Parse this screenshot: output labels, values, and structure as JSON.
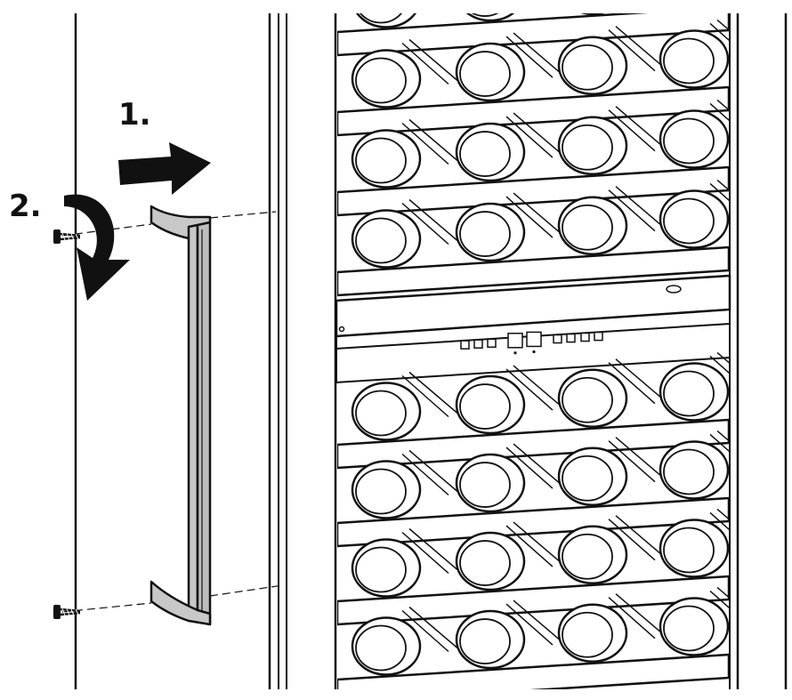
{
  "diagram": {
    "steps": [
      {
        "label": "1.",
        "action": "slide-right"
      },
      {
        "label": "2.",
        "action": "rotate-unscrew"
      }
    ],
    "colors": {
      "ink": "#111111",
      "handle_fill": "#c8c8c8",
      "background": "#ffffff"
    },
    "rack": {
      "upper_shelves": 4,
      "lower_shelves": 4,
      "bottles_per_shelf": 4
    },
    "control_panel": {
      "button_count": 7,
      "display_count": 2
    },
    "screws": 2
  }
}
